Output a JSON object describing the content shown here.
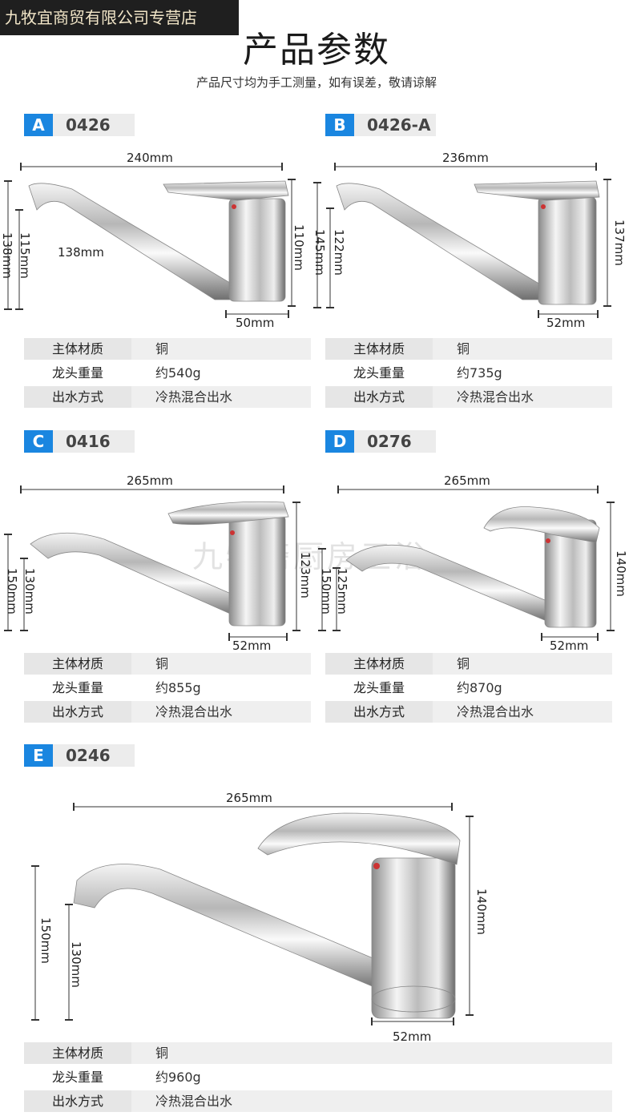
{
  "shop_name": "九牧宜商贸有限公司专营店",
  "title": "产品参数",
  "subtitle": "产品尺寸均为手工测量，如有误差，敬请谅解",
  "watermark": "九牧斋厨房卫浴",
  "spec_labels": {
    "material": "主体材质",
    "weight": "龙头重量",
    "outlet": "出水方式"
  },
  "products": [
    {
      "letter": "A",
      "model": "0426",
      "material": "铜",
      "weight": "约540g",
      "outlet": "冷热混合出水",
      "dims": {
        "length": "240mm",
        "base": "50mm",
        "body": "110mm",
        "spout_reach": "138mm",
        "h1": "115mm",
        "h2": "138mm"
      }
    },
    {
      "letter": "B",
      "model": "0426-A",
      "material": "铜",
      "weight": "约735g",
      "outlet": "冷热混合出水",
      "dims": {
        "length": "236mm",
        "base": "52mm",
        "body": "137mm",
        "h1": "122mm",
        "h2": "145mm"
      }
    },
    {
      "letter": "C",
      "model": "0416",
      "material": "铜",
      "weight": "约855g",
      "outlet": "冷热混合出水",
      "dims": {
        "length": "265mm",
        "base": "52mm",
        "body": "123mm",
        "h1": "130mm",
        "h2": "150mm"
      }
    },
    {
      "letter": "D",
      "model": "0276",
      "material": "铜",
      "weight": "约870g",
      "outlet": "冷热混合出水",
      "dims": {
        "length": "265mm",
        "base": "52mm",
        "body": "140mm",
        "h1": "125mm",
        "h2": "150mm"
      }
    },
    {
      "letter": "E",
      "model": "0246",
      "material": "铜",
      "weight": "约960g",
      "outlet": "冷热混合出水",
      "dims": {
        "length": "265mm",
        "base": "52mm",
        "body": "140mm",
        "h1": "130mm",
        "h2": "150mm"
      }
    }
  ]
}
